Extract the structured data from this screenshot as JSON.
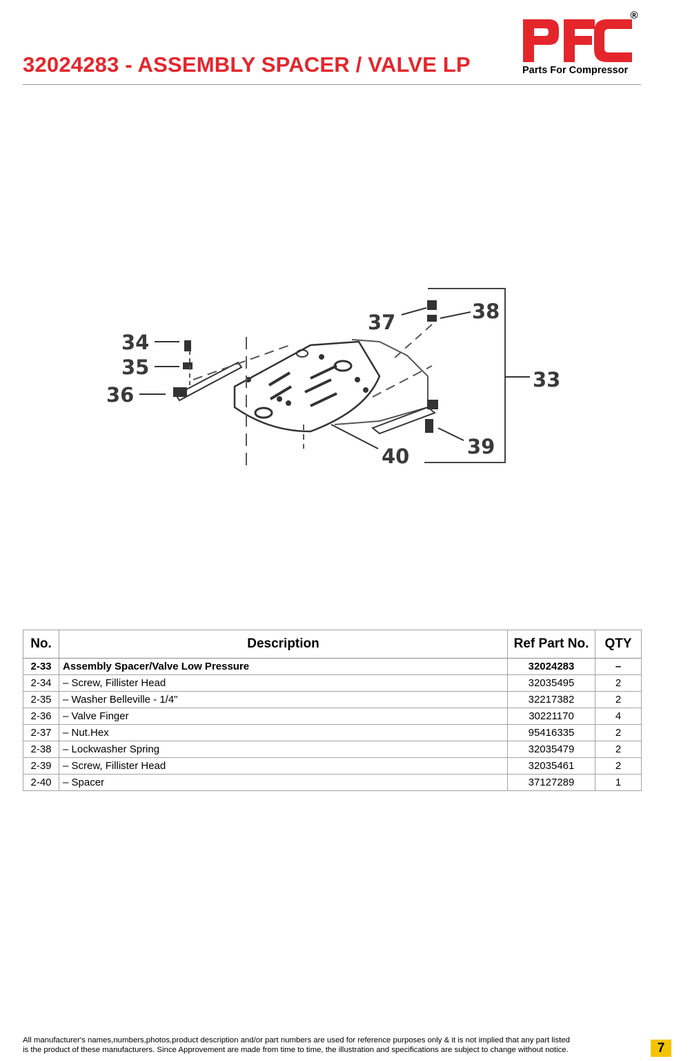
{
  "header": {
    "title": "32024283 - ASSEMBLY SPACER / VALVE LP",
    "logo_text": "PFC",
    "logo_registered": "®",
    "logo_tagline": "Parts For Compressor",
    "brand_color": "#e4262c"
  },
  "diagram": {
    "callouts": {
      "c33": "33",
      "c34": "34",
      "c35": "35",
      "c36": "36",
      "c37": "37",
      "c38": "38",
      "c39": "39",
      "c40": "40"
    }
  },
  "table": {
    "headers": {
      "no": "No.",
      "description": "Description",
      "ref": "Ref Part No.",
      "qty": "QTY"
    },
    "rows": [
      {
        "no": "2-33",
        "description": "Assembly Spacer/Valve Low Pressure",
        "ref": "32024283",
        "qty": "–"
      },
      {
        "no": "2-34",
        "description": "– Screw, Fillister Head",
        "ref": "32035495",
        "qty": "2"
      },
      {
        "no": "2-35",
        "description": "– Washer Belleville - 1/4\"",
        "ref": "32217382",
        "qty": "2"
      },
      {
        "no": "2-36",
        "description": "– Valve Finger",
        "ref": "30221170",
        "qty": "4"
      },
      {
        "no": "2-37",
        "description": "– Nut.Hex",
        "ref": "95416335",
        "qty": "2"
      },
      {
        "no": "2-38",
        "description": "– Lockwasher Spring",
        "ref": "32035479",
        "qty": "2"
      },
      {
        "no": "2-39",
        "description": "– Screw, Fillister Head",
        "ref": "32035461",
        "qty": "2"
      },
      {
        "no": "2-40",
        "description": "– Spacer",
        "ref": "37127289",
        "qty": "1"
      }
    ]
  },
  "footer": {
    "line1": "All manufacturer's names,numbers,photos,product description and/or part numbers are used for reference purposes only & it is not implied that any part listed",
    "line2": "is the product of these manufacturers.  Since Approvement are made from time to time,  the illustration and specifications are subject to change without notice.",
    "page_number": "7",
    "page_badge_color": "#f5c400"
  }
}
